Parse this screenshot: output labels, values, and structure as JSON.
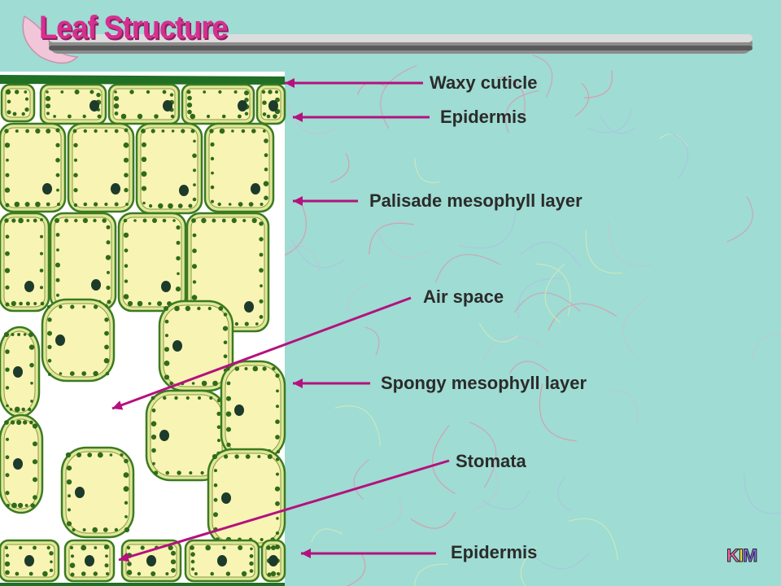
{
  "title": "Leaf Structure",
  "labels": {
    "waxy_cuticle": "Waxy cuticle",
    "epidermis_upper": "Epidermis",
    "palisade": "Palisade mesophyll layer",
    "air_space": "Air space",
    "spongy": "Spongy mesophyll layer",
    "stomata": "Stomata",
    "epidermis_lower": "Epidermis"
  },
  "logo": {
    "k1": "K",
    "i": "I",
    "m": "M"
  },
  "colors": {
    "background": "#9fdcd3",
    "title": "#d62f91",
    "arrow": "#b4117e",
    "cell_fill": "#f8f4b4",
    "cell_wall": "#3c7a20",
    "chloroplast": "#2f6b1a",
    "nucleus": "#1d3b2a",
    "cuticle": "#1f6f25"
  }
}
